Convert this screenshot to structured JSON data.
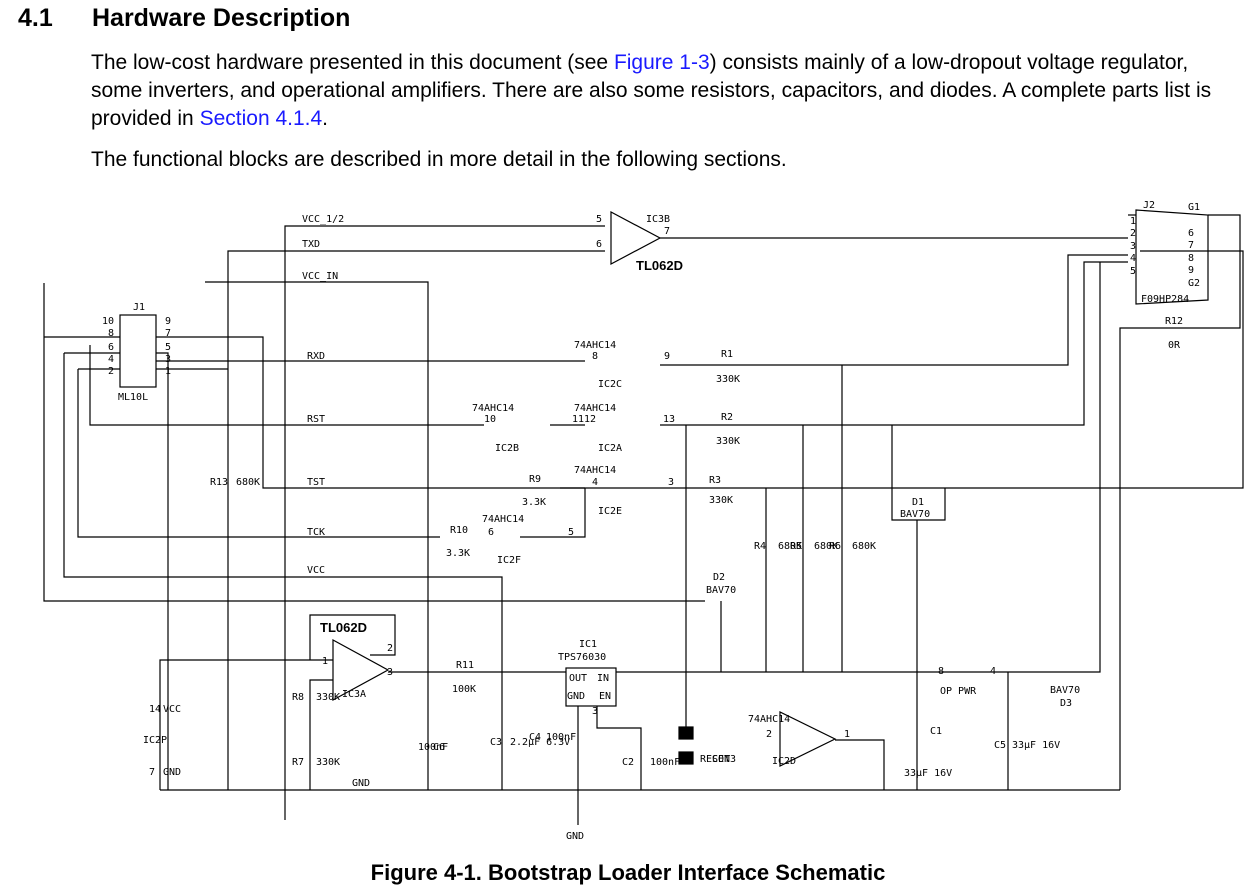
{
  "section": {
    "number": "4.1",
    "title": "Hardware Description"
  },
  "paragraph1": {
    "t1": "The low-cost hardware presented in this document (see ",
    "link1": "Figure 1-3",
    "t2": ") consists mainly of a low-dropout voltage regulator, some inverters, and operational amplifiers. There are also some resistors, capacitors, and diodes. A complete parts list is provided in ",
    "link2": "Section 4.1.4",
    "t3": "."
  },
  "paragraph2": "The functional blocks are described in more detail in the following sections.",
  "schematic": {
    "nets": {
      "vcc_half": "VCC_1/2",
      "txd": "TXD",
      "vcc_in": "VCC_IN",
      "rxd": "RXD",
      "rst": "RST",
      "tst": "TST",
      "tck": "TCK",
      "vcc": "VCC",
      "gnd": "GND",
      "op_pwr": "OP PWR"
    },
    "j1": {
      "ref": "J1",
      "type": "ML10L",
      "pins_left": [
        "10",
        "8",
        "6",
        "4",
        "2"
      ],
      "pins_right": [
        "9",
        "7",
        "5",
        "3",
        "1"
      ]
    },
    "j2": {
      "ref": "J2",
      "type": "F09HP284",
      "g1": "G1",
      "g2": "G2",
      "pins_left": [
        "1",
        "2",
        "3",
        "4",
        "5"
      ],
      "pins_right": [
        "6",
        "7",
        "8",
        "9"
      ]
    },
    "ic3b": {
      "ref": "IC3B",
      "part": "TL062D",
      "pin_plus": "5",
      "pin_minus": "6",
      "pin_out": "7"
    },
    "ic3a": {
      "ref": "IC3A",
      "part": "TL062D",
      "pin_in": "1",
      "pin_fb": "2",
      "pin_out": "3"
    },
    "ic2c": {
      "ref": "IC2C",
      "part": "74AHC14",
      "pin_in": "8",
      "pin_out": "9"
    },
    "ic2a": {
      "ref": "IC2A",
      "part": "74AHC14",
      "pin_in": "1112",
      "pin_out": "13"
    },
    "ic2b": {
      "ref": "IC2B",
      "part": "74AHC14",
      "pin_in": "10"
    },
    "ic2e": {
      "ref": "IC2E",
      "part": "74AHC14",
      "pin_in": "4",
      "pin_out": "3"
    },
    "ic2f": {
      "ref": "IC2F",
      "part": "74AHC14",
      "pin_in": "6",
      "pin_out": "5"
    },
    "ic2d": {
      "ref": "IC2D",
      "part": "74AHC14",
      "pin_in": "2",
      "pin_out": "1"
    },
    "ic2p": {
      "ref": "IC2P",
      "pin_vcc": "14",
      "vcc": "VCC",
      "pin_gnd": "7",
      "gnd": "GND"
    },
    "ic1": {
      "ref": "IC1",
      "part": "TPS76030",
      "out": "OUT",
      "in": "IN",
      "gnd": "GND",
      "en": "EN",
      "pin3": "3"
    },
    "r1": {
      "ref": "R1",
      "value": "330K"
    },
    "r2": {
      "ref": "R2",
      "value": "330K"
    },
    "r3": {
      "ref": "R3",
      "value": "330K"
    },
    "r4": {
      "ref": "R4",
      "value": "680K"
    },
    "r5": {
      "ref": "R5",
      "value": "680K"
    },
    "r6": {
      "ref": "R6",
      "value": "680K"
    },
    "r7": {
      "ref": "R7",
      "value": "330K"
    },
    "r8": {
      "ref": "R8",
      "value": "330K"
    },
    "r9": {
      "ref": "R9",
      "value": "3.3K"
    },
    "r10": {
      "ref": "R10",
      "value": "3.3K"
    },
    "r11": {
      "ref": "R11",
      "value": "100K"
    },
    "r12": {
      "ref": "R12",
      "value": "0R"
    },
    "r13": {
      "ref": "R13",
      "value": "680K"
    },
    "c1": {
      "ref": "C1",
      "value": "33µF 16V"
    },
    "c2": {
      "ref": "C2",
      "value": "100nF"
    },
    "c3": {
      "ref": "C3",
      "value": "2.2µF 6.3V"
    },
    "c4": {
      "ref": "C4",
      "value": "100nF"
    },
    "c5": {
      "ref": "C5",
      "value": "33µF 16V"
    },
    "c6": {
      "ref": "C6",
      "value": "100nF"
    },
    "d1": {
      "ref": "D1",
      "part": "BAV70"
    },
    "d2": {
      "ref": "D2",
      "part": "BAV70"
    },
    "d3": {
      "ref": "D3",
      "part": "BAV70"
    },
    "con3": {
      "ref": "CON3",
      "name": "RESET"
    },
    "op_pwr_pin_a": "8",
    "op_pwr_pin_b": "4"
  },
  "caption": "Figure 4-1. Bootstrap Loader Interface Schematic"
}
